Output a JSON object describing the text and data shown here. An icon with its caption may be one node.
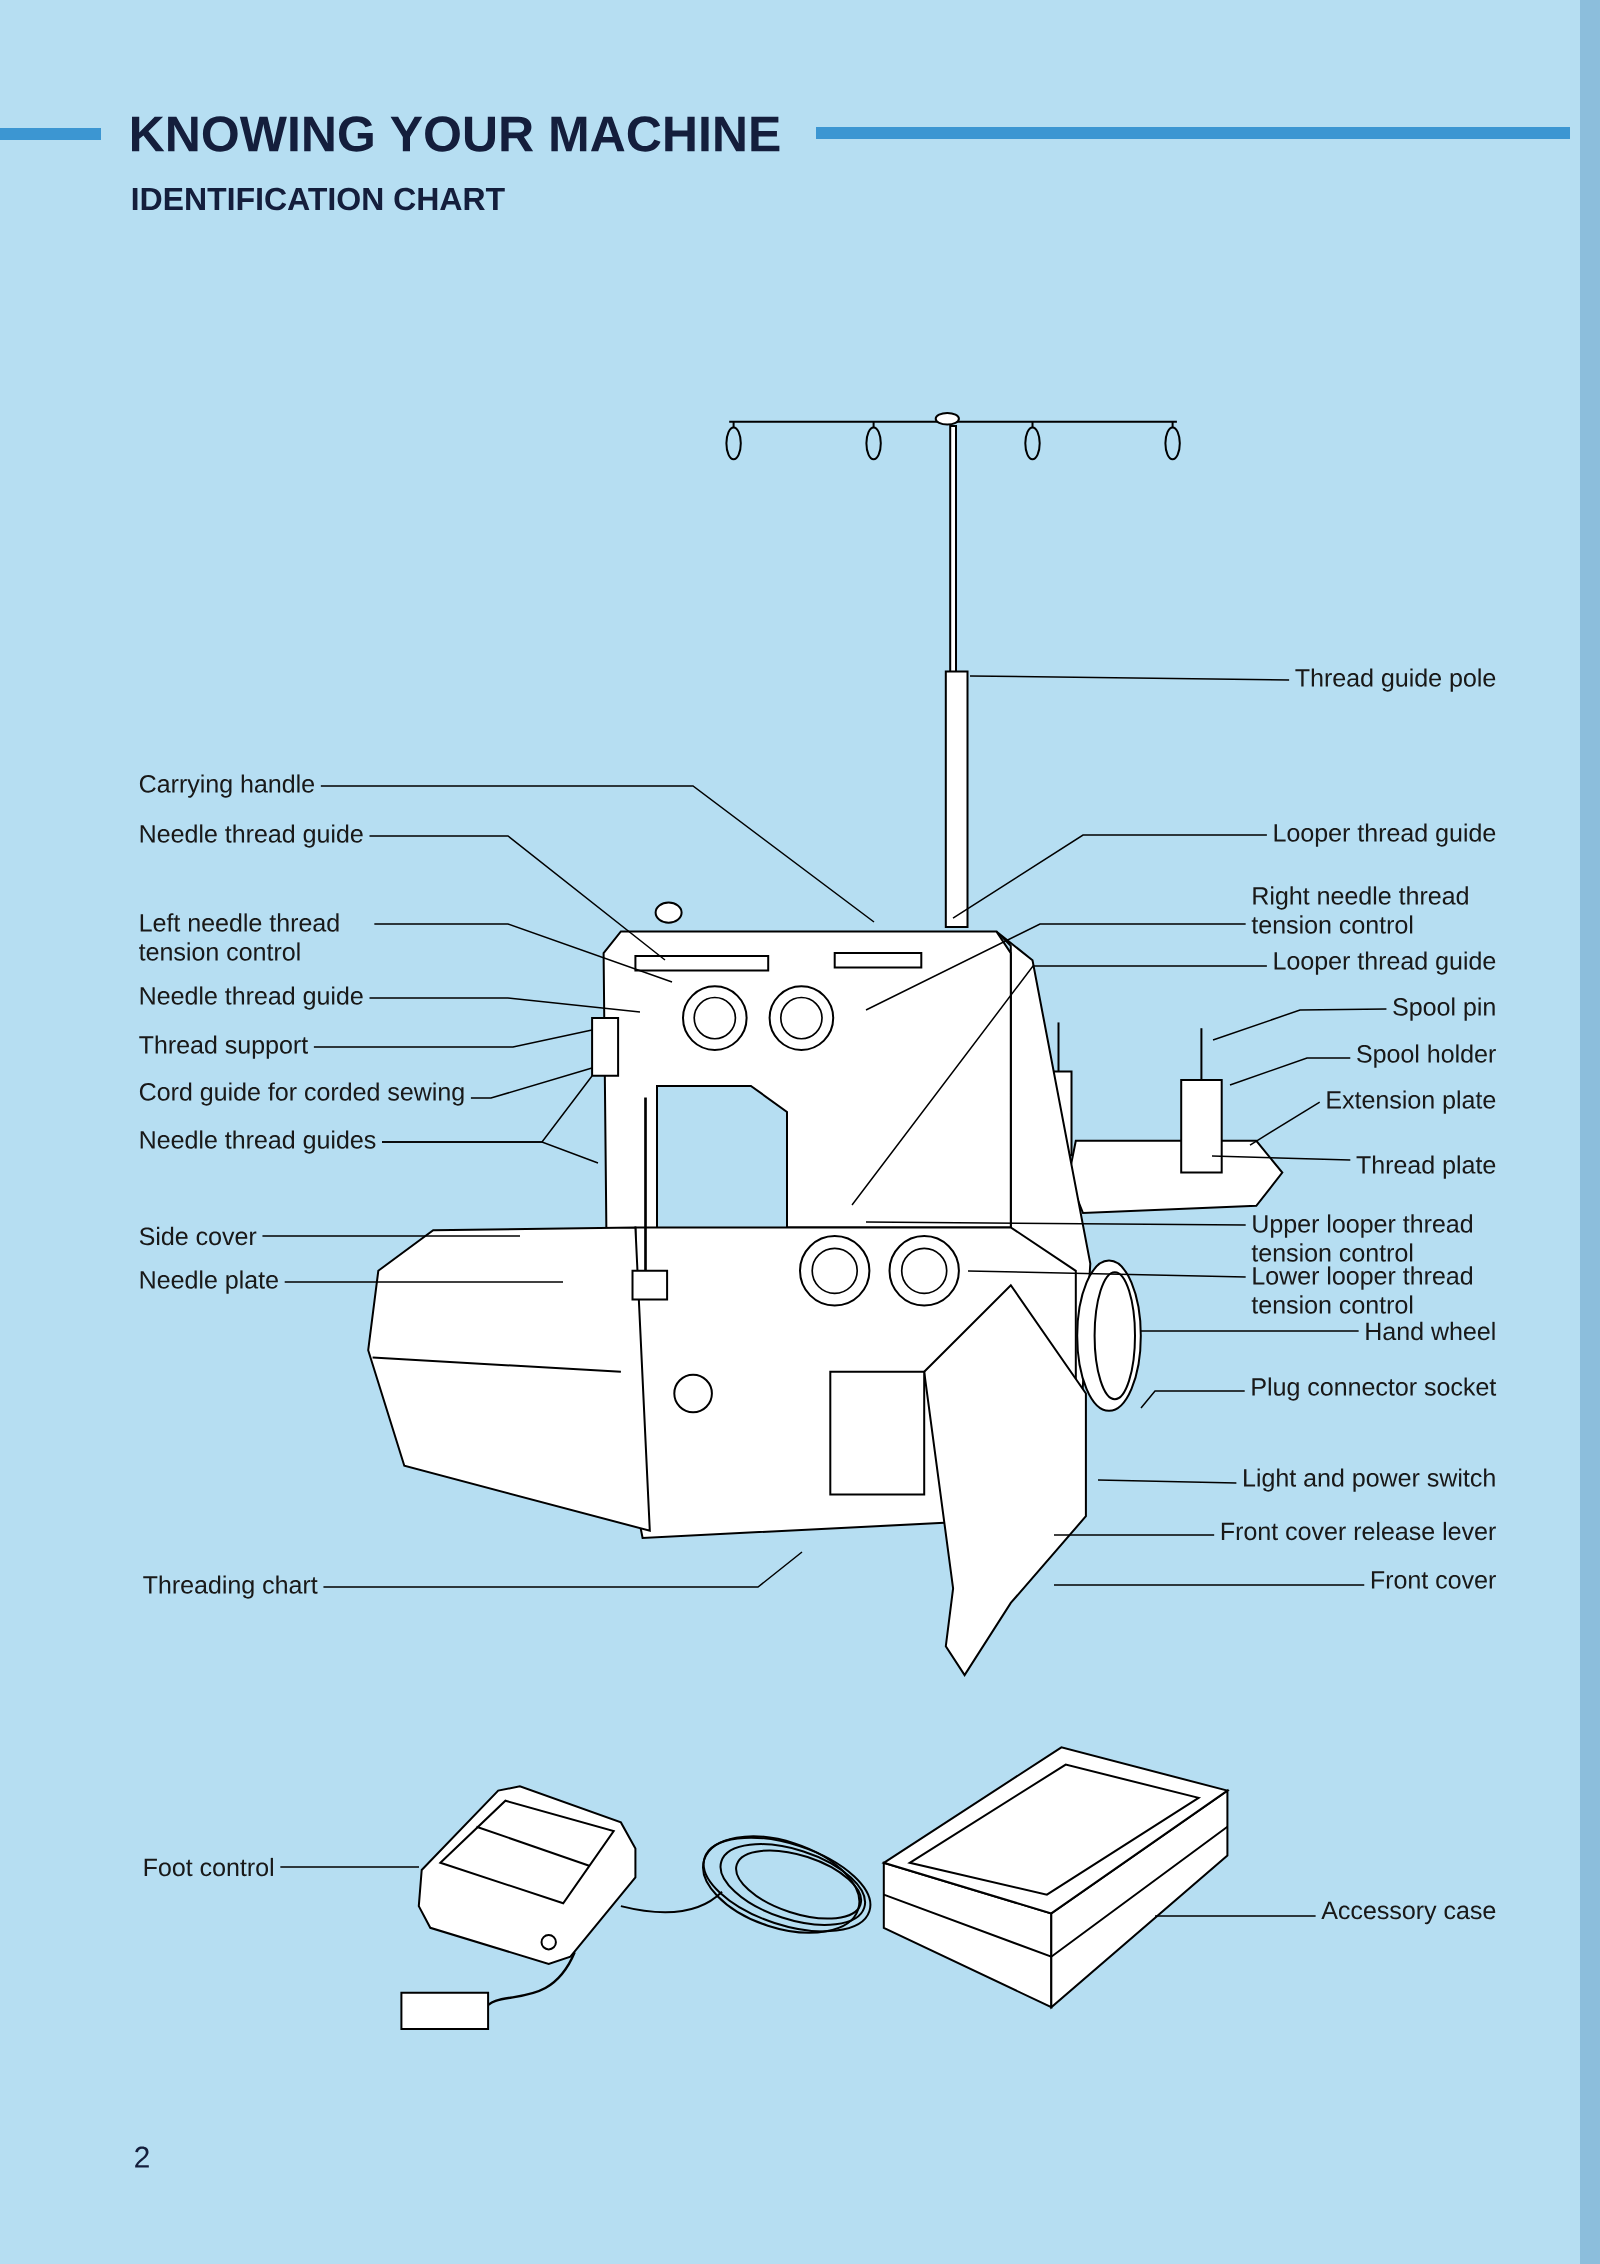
{
  "diagram": {
    "title": "KNOWING YOUR MACHINE",
    "nodes": [
      {
        "text": [
          "Carrying handle"
        ]
      },
      {
        "text": [
          "Needle thread guide"
        ]
      },
      {
        "text": [
          "Left needle thread tension control"
        ]
      },
      {
        "text": [
          "Needle thread guide"
        ]
      },
      {
        "text": [
          "Thread support"
        ]
      },
      {
        "text": [
          "Cord guide for corded sewing"
        ]
      },
      {
        "text": [
          "Needle thread guides"
        ]
      },
      {
        "text": [
          "Side cover"
        ]
      },
      {
        "text": [
          "Needle plate"
        ]
      },
      {
        "text": [
          "Threading chart"
        ]
      },
      {
        "text": [
          "Foot control"
        ]
      },
      {
        "text": [
          "Thread guide pole"
        ]
      },
      {
        "text": [
          "Looper thread guide"
        ]
      },
      {
        "text": [
          "Right needle thread tension control"
        ]
      },
      {
        "text": [
          "Looper thread guide"
        ]
      },
      {
        "text": [
          "Spool pin"
        ]
      },
      {
        "text": [
          "Spool holder"
        ]
      },
      {
        "text": [
          "Extension plate"
        ]
      },
      {
        "text": [
          "Thread plate"
        ]
      },
      {
        "text": [
          "Upper looper thread tension control"
        ]
      },
      {
        "text": [
          "Lower looper thread tension control"
        ]
      },
      {
        "text": [
          "Hand wheel"
        ]
      },
      {
        "text": [
          "Plug connector socket"
        ]
      },
      {
        "text": [
          "Light and power switch"
        ]
      },
      {
        "text": [
          "Front cover release lever"
        ]
      },
      {
        "text": [
          "Front cover"
        ]
      },
      {
        "text": [
          "Accessory case"
        ]
      }
    ],
    "edges": [
      {
        "from": 0,
        "to": null,
        "arrow": "none"
      },
      {
        "from": 1,
        "to": null,
        "arrow": "none"
      },
      {
        "from": 2,
        "to": null,
        "arrow": "none"
      },
      {
        "from": 3,
        "to": null,
        "arrow": "none"
      },
      {
        "from": 4,
        "to": null,
        "arrow": "none"
      },
      {
        "from": 5,
        "to": null,
        "arrow": "none"
      },
      {
        "from": 6,
        "to": null,
        "arrow": "none"
      },
      {
        "from": 6,
        "to": null,
        "arrow": "none"
      },
      {
        "from": 7,
        "to": null,
        "arrow": "none"
      },
      {
        "from": 8,
        "to": null,
        "arrow": "none"
      },
      {
        "from": 9,
        "to": null,
        "arrow": "none"
      },
      {
        "from": 10,
        "to": null,
        "arrow": "none"
      },
      {
        "from": 11,
        "to": null,
        "arrow": "none"
      },
      {
        "from": 12,
        "to": null,
        "arrow": "none"
      },
      {
        "from": 13,
        "to": null,
        "arrow": "none"
      },
      {
        "from": 14,
        "to": null,
        "arrow": "none"
      },
      {
        "from": 15,
        "to": null,
        "arrow": "none"
      },
      {
        "from": 16,
        "to": null,
        "arrow": "none"
      },
      {
        "from": 17,
        "to": null,
        "arrow": "none"
      },
      {
        "from": 18,
        "to": null,
        "arrow": "none"
      },
      {
        "from": 19,
        "to": null,
        "arrow": "none"
      },
      {
        "from": 20,
        "to": null,
        "arrow": "none"
      },
      {
        "from": 21,
        "to": null,
        "arrow": "none"
      },
      {
        "from": 22,
        "to": null,
        "arrow": "none"
      },
      {
        "from": 23,
        "to": null,
        "arrow": "none"
      },
      {
        "from": 24,
        "to": null,
        "arrow": "none"
      },
      {
        "from": 25,
        "to": null,
        "arrow": "none"
      },
      {
        "from": 26,
        "to": null,
        "arrow": "none"
      }
    ],
    "labels": [
      "IDENTIFICATION CHART",
      "2"
    ]
  }
}
